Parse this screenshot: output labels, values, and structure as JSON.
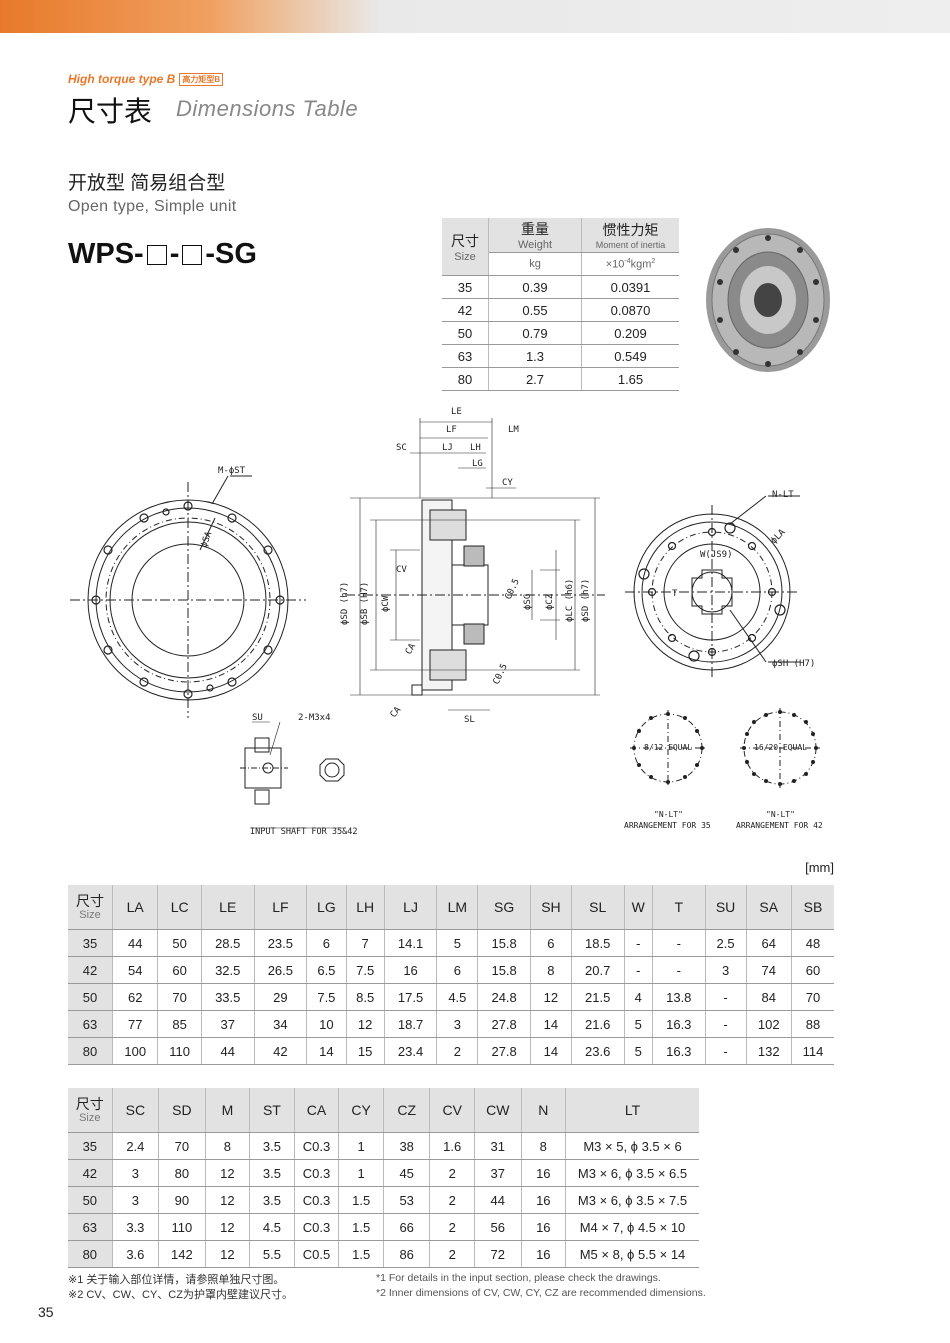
{
  "header": {
    "series": "High torque type B",
    "series_badge": "高力矩型B",
    "title_cn": "尺寸表",
    "title_en": "Dimensions Table"
  },
  "section": {
    "title_cn": "开放型 简易组合型",
    "title_en": "Open type, Simple unit",
    "model_prefix": "WPS-",
    "model_dash": "-",
    "model_suffix": "-SG"
  },
  "weight_table": {
    "col_size_cn": "尺寸",
    "col_size_en": "Size",
    "col_weight_cn": "重量",
    "col_weight_en": "Weight",
    "weight_unit": "kg",
    "col_inertia_cn": "惯性力矩",
    "col_inertia_en": "Moment of inertia",
    "inertia_unit_a": "×10",
    "inertia_unit_exp": "-4",
    "inertia_unit_b": "kgm",
    "inertia_unit_sq": "2",
    "rows": [
      [
        "35",
        "0.39",
        "0.0391"
      ],
      [
        "42",
        "0.55",
        "0.0870"
      ],
      [
        "50",
        "0.79",
        "0.209"
      ],
      [
        "63",
        "1.3",
        "0.549"
      ],
      [
        "80",
        "2.7",
        "1.65"
      ]
    ]
  },
  "drawing": {
    "labels": {
      "le": "LE",
      "lf": "LF",
      "lm": "LM",
      "sc": "SC",
      "lj": "LJ",
      "lh": "LH",
      "lg": "LG",
      "cy": "CY",
      "m_st": "M-ϕST",
      "sa": "ϕSA",
      "sd1": "ϕSD (h7)",
      "sb": "ϕSB (H7)",
      "cw": "ϕCW",
      "cv": "CV",
      "c05a": "C0.5",
      "sg": "ϕSG",
      "cz": "ϕCZ",
      "lc": "ϕLC (h6)",
      "sd2": "ϕSD (h7)",
      "ca1": "CA",
      "ca2": "CA",
      "c05b": "C0.5",
      "sl": "SL",
      "nlt": "N-LT",
      "la": "ϕLA",
      "w": "W(JS9)",
      "t": "T",
      "sh": "ϕSH (H7)",
      "su": "SU",
      "m3": "2-M3x4",
      "input_shaft": "INPUT SHAFT FOR 35&42",
      "eq1": "8/12 EQUAL",
      "eq2": "16/20 EQUAL",
      "arr1a": "\"N-LT\"",
      "arr1b": "ARRANGEMENT FOR 35",
      "arr2a": "\"N-LT\"",
      "arr2b": "ARRANGEMENT FOR 42"
    }
  },
  "unit_label": "[mm]",
  "dims_table_1": {
    "size_cn": "尺寸",
    "size_en": "Size",
    "headers": [
      "LA",
      "LC",
      "LE",
      "LF",
      "LG",
      "LH",
      "LJ",
      "LM",
      "SG",
      "SH",
      "SL",
      "W",
      "T",
      "SU",
      "SA",
      "SB"
    ],
    "rows": [
      [
        "35",
        "44",
        "50",
        "28.5",
        "23.5",
        "6",
        "7",
        "14.1",
        "5",
        "15.8",
        "6",
        "18.5",
        "-",
        "-",
        "2.5",
        "64",
        "48"
      ],
      [
        "42",
        "54",
        "60",
        "32.5",
        "26.5",
        "6.5",
        "7.5",
        "16",
        "6",
        "15.8",
        "8",
        "20.7",
        "-",
        "-",
        "3",
        "74",
        "60"
      ],
      [
        "50",
        "62",
        "70",
        "33.5",
        "29",
        "7.5",
        "8.5",
        "17.5",
        "4.5",
        "24.8",
        "12",
        "21.5",
        "4",
        "13.8",
        "-",
        "84",
        "70"
      ],
      [
        "63",
        "77",
        "85",
        "37",
        "34",
        "10",
        "12",
        "18.7",
        "3",
        "27.8",
        "14",
        "21.6",
        "5",
        "16.3",
        "-",
        "102",
        "88"
      ],
      [
        "80",
        "100",
        "110",
        "44",
        "42",
        "14",
        "15",
        "23.4",
        "2",
        "27.8",
        "14",
        "23.6",
        "5",
        "16.3",
        "-",
        "132",
        "114"
      ]
    ]
  },
  "dims_table_2": {
    "size_cn": "尺寸",
    "size_en": "Size",
    "headers": [
      "SC",
      "SD",
      "M",
      "ST",
      "CA",
      "CY",
      "CZ",
      "CV",
      "CW",
      "N",
      "LT"
    ],
    "rows": [
      [
        "35",
        "2.4",
        "70",
        "8",
        "3.5",
        "C0.3",
        "1",
        "38",
        "1.6",
        "31",
        "8",
        "M3 × 5, ϕ 3.5 × 6"
      ],
      [
        "42",
        "3",
        "80",
        "12",
        "3.5",
        "C0.3",
        "1",
        "45",
        "2",
        "37",
        "16",
        "M3 × 6, ϕ 3.5 × 6.5"
      ],
      [
        "50",
        "3",
        "90",
        "12",
        "3.5",
        "C0.3",
        "1.5",
        "53",
        "2",
        "44",
        "16",
        "M3 × 6, ϕ 3.5 × 7.5"
      ],
      [
        "63",
        "3.3",
        "110",
        "12",
        "4.5",
        "C0.3",
        "1.5",
        "66",
        "2",
        "56",
        "16",
        "M4 × 7, ϕ 4.5 × 10"
      ],
      [
        "80",
        "3.6",
        "142",
        "12",
        "5.5",
        "C0.5",
        "1.5",
        "86",
        "2",
        "72",
        "16",
        "M5 × 8, ϕ 5.5 × 14"
      ]
    ]
  },
  "notes": {
    "cn1": "※1 关于输入部位详情，请参照单独尺寸图。",
    "cn2": "※2 CV、CW、CY、CZ为护罩内壁建议尺寸。",
    "en1": "*1 For details in the input section, please check the drawings.",
    "en2": "*2 Inner dimensions of CV, CW, CY, CZ are recommended dimensions."
  },
  "page_number": "35"
}
